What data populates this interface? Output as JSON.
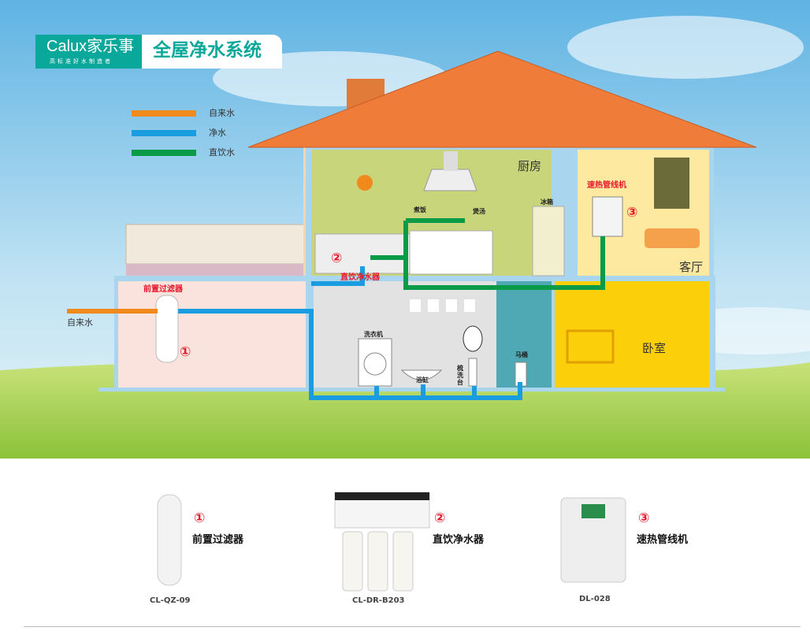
{
  "logo": {
    "brand": "Calux家乐事",
    "tagline": "高标准好水制造者"
  },
  "title": "全屋净水系统",
  "legend": [
    {
      "label": "自来水",
      "color": "#f08a1c"
    },
    {
      "label": "净水",
      "color": "#1a9de0"
    },
    {
      "label": "直饮水",
      "color": "#0a9a48"
    }
  ],
  "rooms": {
    "kitchen": "厨房",
    "living": "客厅",
    "bedroom": "卧室"
  },
  "inlet": "自来水",
  "fixtures": {
    "cook": "煮饭",
    "soup": "煲汤",
    "fridge": "冰箱",
    "washer": "洗衣机",
    "bathtub": "浴缸",
    "basin": "梳洗台",
    "toilet": "马桶"
  },
  "devices": [
    {
      "num": "①",
      "name": "前置过滤器",
      "model": "CL-QZ-09"
    },
    {
      "num": "②",
      "name": "直饮净水器",
      "model": "CL-DR-B203"
    },
    {
      "num": "③",
      "name": "速热管线机",
      "model": "DL-028"
    }
  ]
}
